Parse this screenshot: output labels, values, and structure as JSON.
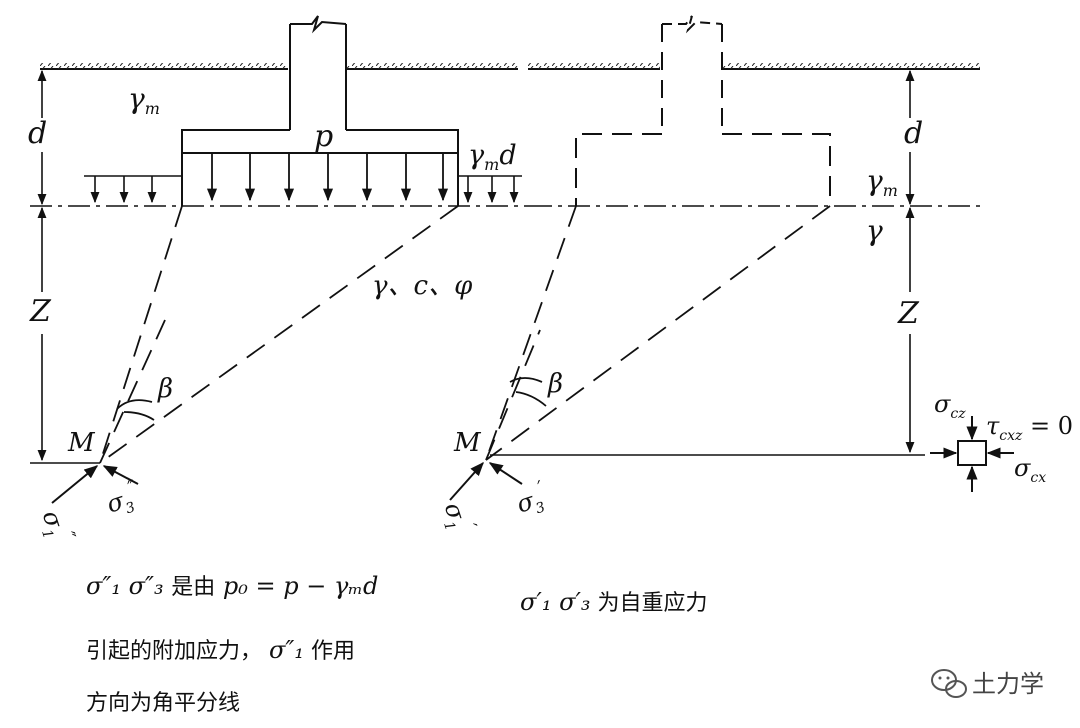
{
  "left": {
    "gamma_m": "γ",
    "gamma_m_sub": "m",
    "d": "d",
    "p": "p",
    "surcharge_gamma": "γ",
    "surcharge_sub": "m",
    "surcharge_d": "d",
    "soil_props": "γ、c、φ",
    "Z": "Z",
    "beta": "β",
    "M": "M",
    "sigma3_pp": "σ",
    "sigma3_pp_sub": "3",
    "sigma3_pp_mark": "″",
    "sigma1_pp": "σ",
    "sigma1_pp_sub": "1",
    "sigma1_pp_mark": "″",
    "caption": {
      "line1_math": "σ″₁ σ″₃",
      "line1_text": "是由",
      "line1_formula": "p₀ = p − γₘd",
      "line2_text": "引起的附加应力，",
      "line2_math": "σ″₁",
      "line2_text2": "作用",
      "line3_text": "方向为角平分线"
    }
  },
  "right": {
    "d": "d",
    "gamma_m": "γ",
    "gamma_m_sub": "m",
    "gamma": "γ",
    "Z": "Z",
    "beta": "β",
    "M": "M",
    "sigma3_p": "σ",
    "sigma3_p_sub": "3",
    "sigma3_p_mark": "′",
    "sigma1_p": "σ",
    "sigma1_p_sub": "1",
    "sigma1_p_mark": "′",
    "sigma_cz": "σ",
    "sigma_cz_sub": "cz",
    "tau": "τ",
    "tau_sub": "cxz",
    "tau_value": " = 0",
    "sigma_cx": "σ",
    "sigma_cx_sub": "cx",
    "caption": {
      "math": "σ′₁ σ′₃",
      "text": "为自重应力"
    }
  },
  "watermark": {
    "icon": "wechat-icon",
    "text": "土力学"
  }
}
